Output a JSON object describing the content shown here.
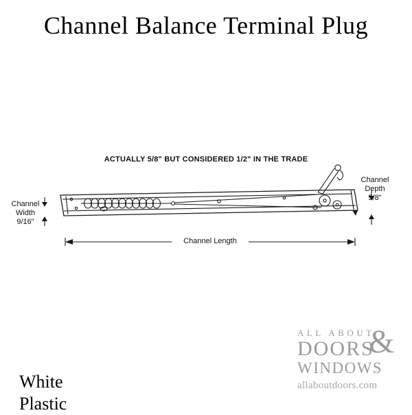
{
  "page": {
    "title": "Channel Balance Terminal Plug"
  },
  "diagram": {
    "trade_note": "ACTUALLY 5/8\" BUT CONSIDERED 1/2\" IN THE TRADE",
    "channel_width": {
      "line1": "Channel",
      "line2": "Width",
      "line3": "9/16\""
    },
    "channel_depth": {
      "line1": "Channel",
      "line2": "Depth",
      "line3": "5/8\""
    },
    "channel_length": "Channel Length"
  },
  "product": {
    "color": "White",
    "material": "Plastic"
  },
  "logo": {
    "tagline": "ALL ABOUT",
    "word1": "DOORS",
    "ampersand": "&",
    "word2": "WINDOWS",
    "website": "allaboutdoors.com"
  },
  "colors": {
    "ink": "#1a1a1a",
    "logo_gray": "#9b9b9b",
    "site_gray": "#a6a6a6"
  }
}
